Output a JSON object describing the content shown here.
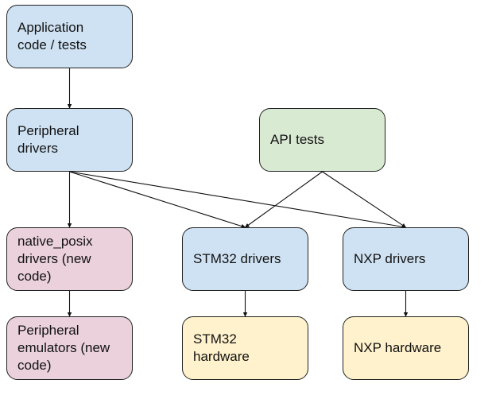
{
  "diagram": {
    "colors": {
      "blue": "#cfe2f3",
      "green": "#d9ead3",
      "pink": "#ead1dc",
      "yellow": "#fff2cc",
      "stroke": "#222222"
    },
    "nodes": {
      "app": {
        "label": "Application\ncode / tests"
      },
      "periph": {
        "label": "Peripheral\ndrivers"
      },
      "api": {
        "label": "API tests"
      },
      "posix": {
        "label": "native_posix\ndrivers (new\ncode)"
      },
      "stm32drv": {
        "label": "STM32 drivers"
      },
      "nxpdrv": {
        "label": "NXP drivers"
      },
      "emul": {
        "label": "Peripheral\nemulators (new\ncode)"
      },
      "stm32hw": {
        "label": "STM32\nhardware"
      },
      "nxphw": {
        "label": "NXP hardware"
      }
    },
    "edges": [
      {
        "from": "app",
        "to": "periph"
      },
      {
        "from": "periph",
        "to": "posix"
      },
      {
        "from": "periph",
        "to": "stm32drv"
      },
      {
        "from": "periph",
        "to": "nxpdrv"
      },
      {
        "from": "api",
        "to": "stm32drv"
      },
      {
        "from": "api",
        "to": "nxpdrv"
      },
      {
        "from": "posix",
        "to": "emul"
      },
      {
        "from": "stm32drv",
        "to": "stm32hw"
      },
      {
        "from": "nxpdrv",
        "to": "nxphw"
      }
    ]
  }
}
